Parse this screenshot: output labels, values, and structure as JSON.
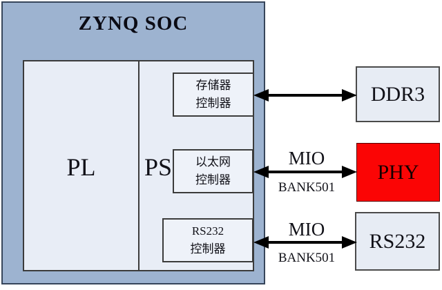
{
  "diagram": {
    "soc": {
      "title": "ZYNQ SOC",
      "pl_label": "PL",
      "ps_label": "PS",
      "controllers": {
        "memory": {
          "line1": "存储器",
          "line2": "控制器"
        },
        "ethernet": {
          "line1": "以太网",
          "line2": "控制器"
        },
        "rs232": {
          "line1": "RS232",
          "line2": "控制器"
        }
      }
    },
    "external": {
      "ddr3": {
        "label": "DDR3"
      },
      "phy": {
        "label": "PHY"
      },
      "rs232": {
        "label": "RS232"
      }
    },
    "mio_labels": {
      "phy_link": {
        "top": "MIO",
        "bottom": "BANK501"
      },
      "rs232_link": {
        "top": "MIO",
        "bottom": "BANK501"
      }
    },
    "colors": {
      "soc_fill": "#9db3d0",
      "soc_border": "#36455a",
      "inner_fill": "#e8edf6",
      "controller_fill": "#eef2f9",
      "external_fill": "#e7ecf4",
      "phy_fill": "#fb0505",
      "arrow": "#000000"
    }
  }
}
